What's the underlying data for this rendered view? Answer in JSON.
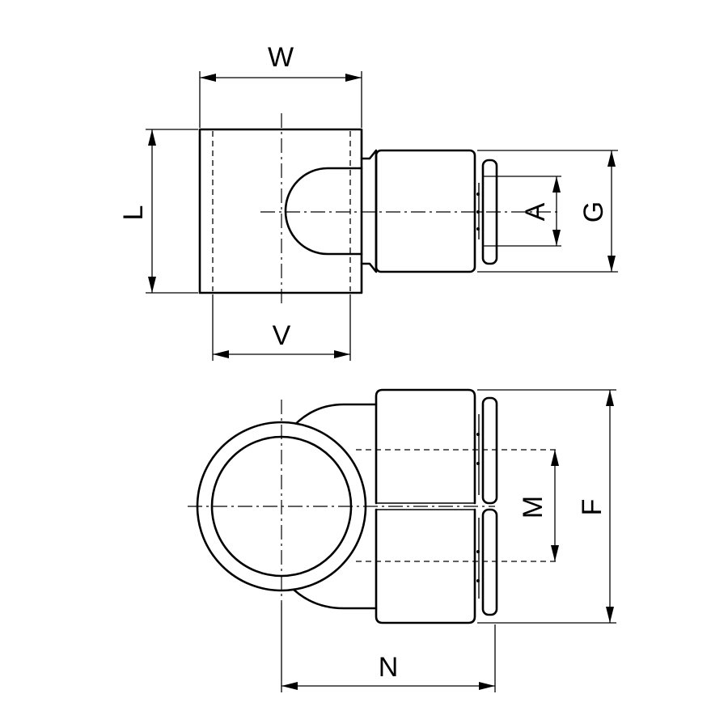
{
  "labels": {
    "W": "W",
    "L": "L",
    "V": "V",
    "A": "A",
    "G": "G",
    "M": "M",
    "F": "F",
    "N": "N"
  },
  "colors": {
    "line": "#000000",
    "background": "#ffffff"
  }
}
